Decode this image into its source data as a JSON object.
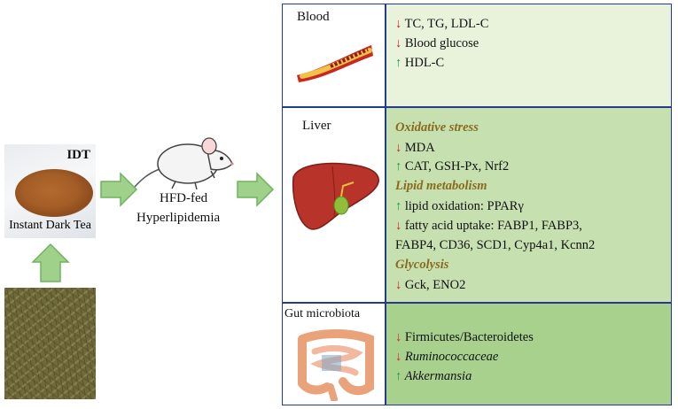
{
  "tea": {
    "label": "IDT",
    "caption": "Instant Dark Tea"
  },
  "model": {
    "line1": "HFD-fed",
    "line2": "Hyperlipidemia"
  },
  "blood": {
    "title": "Blood",
    "items": [
      {
        "dir": "↓",
        "text": "TC, TG, LDL-C"
      },
      {
        "dir": "↓",
        "text": "Blood glucose"
      },
      {
        "dir": "↑",
        "text": "HDL-C"
      }
    ],
    "bg": "#e9f3dc"
  },
  "liver": {
    "title": "Liver",
    "sections": [
      {
        "header": "Oxidative stress",
        "items": [
          {
            "dir": "↓",
            "text": "MDA"
          },
          {
            "dir": "↑",
            "text": "CAT, GSH-Px, Nrf2"
          }
        ]
      },
      {
        "header": "Lipid metabolism",
        "items": [
          {
            "dir": "↑",
            "text": "lipid oxidation: PPARγ"
          },
          {
            "dir": "↓",
            "text": "fatty acid uptake: FABP1, FABP3,"
          },
          {
            "dir": "",
            "text": "FABP4, CD36, SCD1, Cyp4a1, Kcnn2"
          }
        ]
      },
      {
        "header": "Glycolysis",
        "items": [
          {
            "dir": "↓",
            "text": "Gck, ENO2"
          }
        ]
      }
    ],
    "bg": "#c6e0b0"
  },
  "gut": {
    "title": "Gut microbiota",
    "items": [
      {
        "dir": "↓",
        "text": "Firmicutes/Bacteroidetes"
      },
      {
        "dir": "↓",
        "text": "Ruminococcaceae"
      },
      {
        "dir": "↑",
        "text": "Akkermansia"
      }
    ],
    "bg": "#a9d18e"
  },
  "colors": {
    "arrow_fill": "#9fd18a",
    "arrow_stroke": "#6fb35c",
    "down": "#d6262b",
    "up": "#1b9a4a",
    "header": "#8a6a1e",
    "border": "#243a8a"
  },
  "icons": [
    "tea-powder-photo",
    "dried-tea-leaves-photo",
    "rat-icon",
    "blood-vessel-icon",
    "liver-icon",
    "intestine-icon"
  ]
}
